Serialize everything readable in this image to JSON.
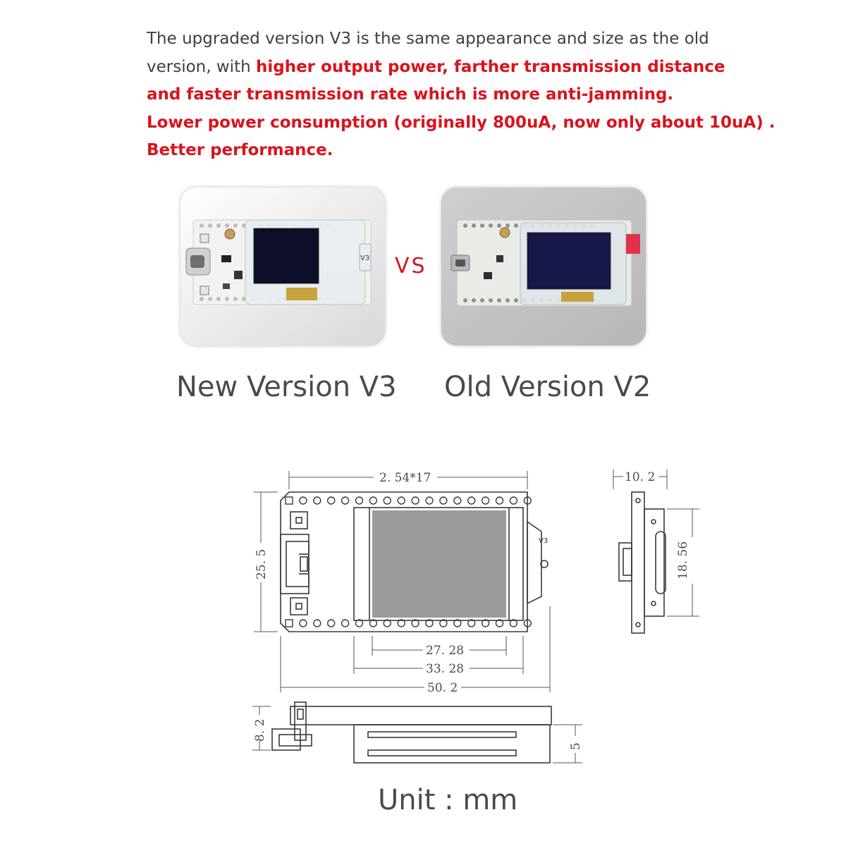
{
  "intro": {
    "line1": "The upgraded version V3 is the same appearance and size as the old",
    "line2_plain": "version, with ",
    "line2_red": "higher output power, farther transmission distance",
    "line3": "and faster transmission rate which is more anti-jamming.",
    "line4": "Lower power consumption (originally 800uA, now only about 10uA) .",
    "line5": "Better performance."
  },
  "comparison": {
    "vs": "VS",
    "new_caption": "New Version V3",
    "old_caption": "Old Version V2",
    "new_board_mark": "V3"
  },
  "dimensions": {
    "pin_pitch": "2. 54*17",
    "height": "25. 5",
    "screen_width": "27. 28",
    "screen_frame_width": "33. 28",
    "total_length": "50. 2",
    "side_depth": "10. 2",
    "side_height": "18. 56",
    "front_height": "8. 2",
    "screen_thickness": "5",
    "board_mark": "V3"
  },
  "unit": "Unit : mm",
  "colors": {
    "text_dark": "#3f3f3f",
    "accent_red": "#d8141d",
    "caption_gray": "#4a4a4a",
    "screen_gray": "#9a9a9a"
  }
}
